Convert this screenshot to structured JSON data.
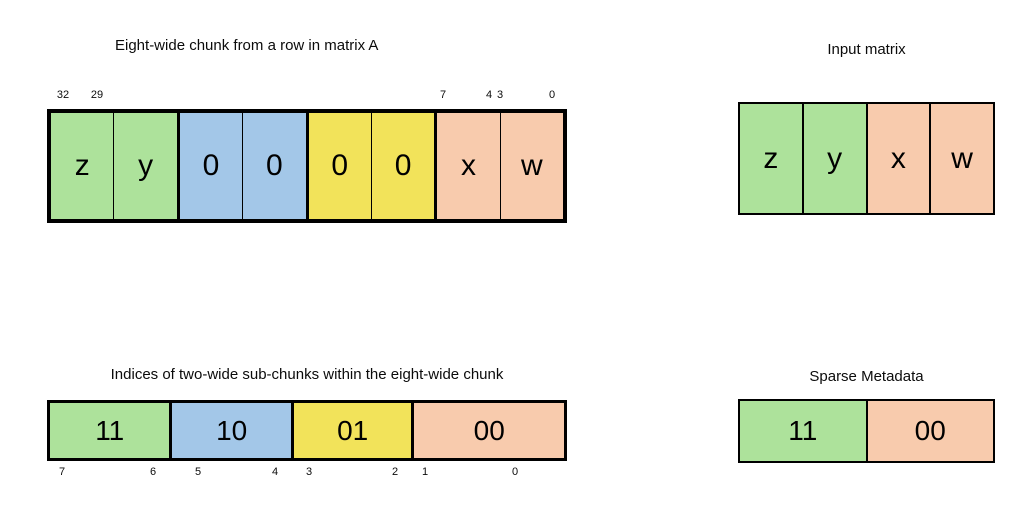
{
  "colors": {
    "green": "#ade29b",
    "blue": "#a3c7e8",
    "yellow": "#f2e35a",
    "salmon": "#f8cbad",
    "border": "#000000",
    "text": "#0b0b0b"
  },
  "chunk_diagram": {
    "title": "Eight-wide chunk from a row in matrix A",
    "top_bit_labels": [
      "32",
      "29",
      "7",
      "4",
      "3",
      "0"
    ],
    "cells": [
      {
        "value": "z",
        "color": "green"
      },
      {
        "value": "y",
        "color": "green"
      },
      {
        "value": "0",
        "color": "blue"
      },
      {
        "value": "0",
        "color": "blue"
      },
      {
        "value": "0",
        "color": "yellow"
      },
      {
        "value": "0",
        "color": "yellow"
      },
      {
        "value": "x",
        "color": "salmon"
      },
      {
        "value": "w",
        "color": "salmon"
      }
    ]
  },
  "input_matrix": {
    "title": "Input matrix",
    "cells": [
      {
        "value": "z",
        "color": "green"
      },
      {
        "value": "y",
        "color": "green"
      },
      {
        "value": "x",
        "color": "salmon"
      },
      {
        "value": "w",
        "color": "salmon"
      }
    ]
  },
  "indices_diagram": {
    "title": "Indices of two-wide sub-chunks within the eight-wide chunk",
    "cells": [
      {
        "value": "11",
        "color": "green"
      },
      {
        "value": "10",
        "color": "blue"
      },
      {
        "value": "01",
        "color": "yellow"
      },
      {
        "value": "00",
        "color": "salmon"
      }
    ],
    "bottom_bit_labels": [
      "7",
      "6",
      "5",
      "4",
      "3",
      "2",
      "1",
      "0"
    ]
  },
  "sparse_metadata": {
    "title": "Sparse Metadata",
    "cells": [
      {
        "value": "11",
        "color": "green"
      },
      {
        "value": "00",
        "color": "salmon"
      }
    ]
  }
}
